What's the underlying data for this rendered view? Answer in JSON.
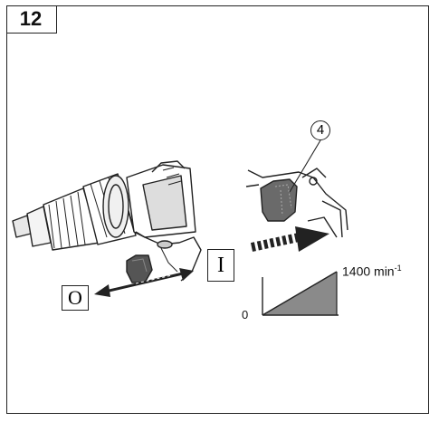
{
  "figure": {
    "number": "12"
  },
  "switch_positions": {
    "off_label": "O",
    "on_label": "I"
  },
  "callout": {
    "number": "4"
  },
  "speed_graph": {
    "min_label": "0",
    "max_label_text": "1400 min",
    "max_label_exp": "-1"
  },
  "icons": [
    "drill-illustration",
    "trigger-switch-illustration",
    "double-arrow-icon",
    "press-arrow-icon",
    "speed-ramp-graph"
  ]
}
